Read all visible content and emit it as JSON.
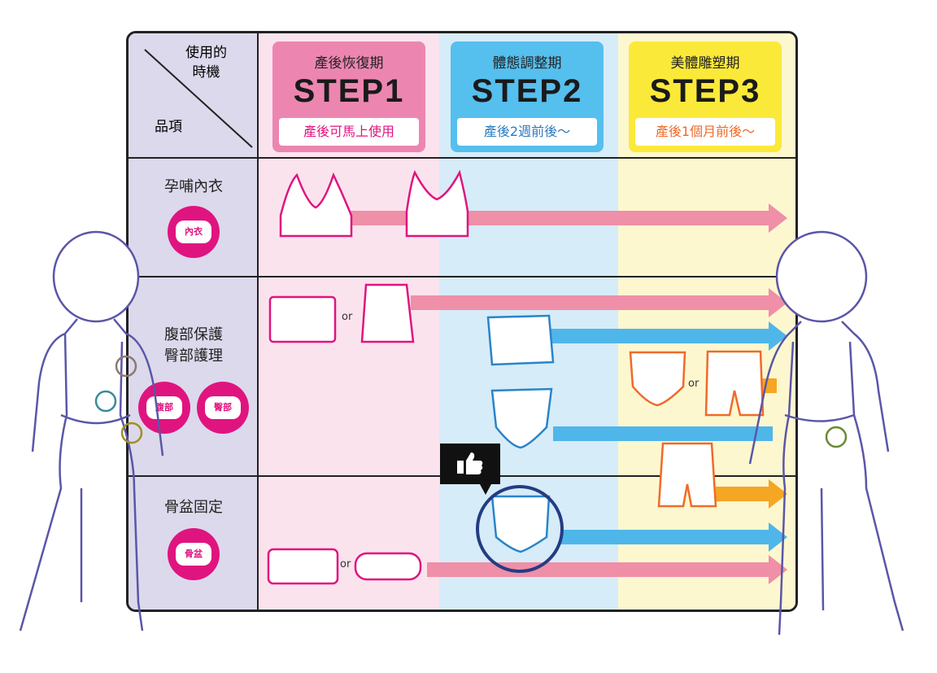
{
  "header": {
    "corner_top": "使用的\n時機",
    "corner_top_l1": "使用的",
    "corner_top_l2": "時機",
    "corner_bottom": "品項"
  },
  "steps": [
    {
      "period": "產後恢復期",
      "label": "STEP1",
      "when": "產後可馬上使用",
      "color": "#ec86b1",
      "bg": "#fbe3ee",
      "when_color": "#e0147f"
    },
    {
      "period": "體態調整期",
      "label": "STEP2",
      "when": "產後2週前後～",
      "color": "#55bfee",
      "bg": "#d6ecf8",
      "when_color": "#2a7bbf"
    },
    {
      "period": "美體雕塑期",
      "label": "STEP3",
      "when": "產後1個月前後～",
      "color": "#fbe93a",
      "bg": "#fdf7cf",
      "when_color": "#ef6a2a"
    }
  ],
  "rows": [
    {
      "label": "孕哺內衣",
      "badges": [
        "內衣"
      ]
    },
    {
      "label_l1": "腹部保護",
      "label_l2": "臀部護理",
      "badges": [
        "腹部",
        "臀部"
      ]
    },
    {
      "label": "骨盆固定",
      "badges": [
        "骨盆"
      ]
    }
  ],
  "or_label": "or",
  "colors": {
    "pink": "#ef8fa8",
    "blue": "#4fb6ea",
    "orange": "#f5a623",
    "navy": "#243c82",
    "magenta": "#e0147f"
  }
}
